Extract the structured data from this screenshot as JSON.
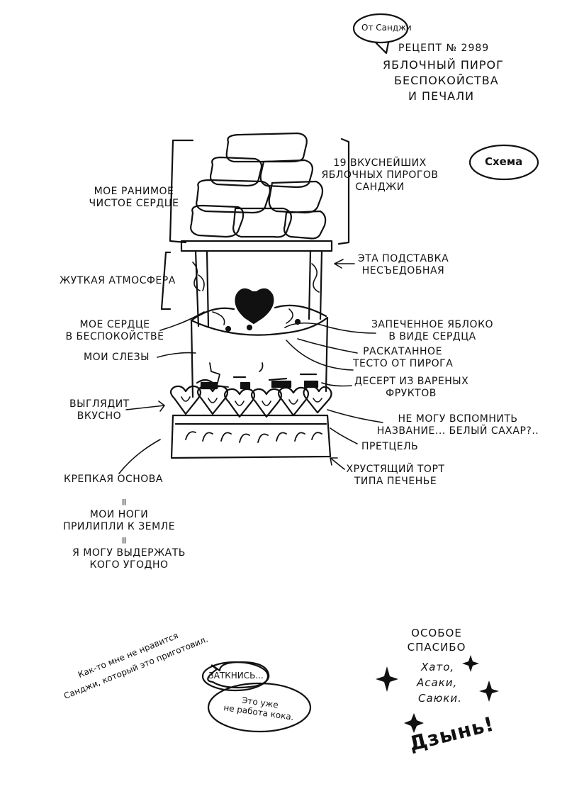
{
  "header": {
    "from_bubble": "От Санджи",
    "recipe_number": "РЕЦЕПТ № 2989",
    "title_lines": [
      "ЯБЛОЧНЫЙ ПИРОГ",
      "БЕСПОКОЙСТВА",
      "И ПЕЧАЛИ"
    ],
    "scheme_bubble": "Схема"
  },
  "labels": {
    "fragile_heart": [
      "МОЕ РАНИМОЕ",
      "ЧИСТОЕ СЕРДЦЕ"
    ],
    "nineteen_pies": [
      "19 ВКУСНЕЙШИХ",
      "ЯБЛОЧНЫХ ПИРОГОВ",
      "САНДЖИ"
    ],
    "stand_inedible": [
      "ЭТА ПОДСТАВКА",
      "НЕСЪЕДОБНАЯ"
    ],
    "creepy_atmosphere": "ЖУТКАЯ АТМОСФЕРА",
    "heart_worry": [
      "МОЕ СЕРДЦЕ",
      "В БЕСПОКОЙСТВЕ"
    ],
    "baked_apple": [
      "ЗАПЕЧЕННОЕ ЯБЛОКО",
      "В ВИДЕ СЕРДЦА"
    ],
    "my_tears": "МОИ СЛЕЗЫ",
    "rolled_dough": [
      "РАСКАТАННОЕ",
      "ТЕСТО ОТ ПИРОГА"
    ],
    "fruit_dessert": [
      "ДЕСЕРТ ИЗ ВАРЕНЫХ",
      "ФРУКТОВ"
    ],
    "looks_tasty": [
      "ВЫГЛЯДИТ",
      "ВКУСНО"
    ],
    "cant_remember": [
      "НЕ МОГУ ВСПОМНИТЬ",
      "НАЗВАНИЕ... БЕЛЫЙ САХАР?.."
    ],
    "pretzel": "ПРЕТЦЕЛЬ",
    "crispy_cake": [
      "ХРУСТЯЩИЙ ТОРТ",
      "ТИПА ПЕЧЕНЬЕ"
    ],
    "strong_base": "КРЕПКАЯ ОСНОВА",
    "equals_1": "=",
    "legs_stuck": [
      "МОИ НОГИ",
      "ПРИЛИПЛИ К ЗЕМЛЕ"
    ],
    "equals_2": "=",
    "withstand": [
      "Я МОГУ ВЫДЕРЖАТЬ",
      "КОГО УГОДНО"
    ]
  },
  "footer": {
    "dislike_note": [
      "Как-то мне не нравится",
      "Санджи, который это приготовил."
    ],
    "shut_up": "ЗАТКНИСЬ...",
    "not_coke": [
      "Это уже",
      "не работа кока."
    ],
    "thanks_title": [
      "ОСОБОЕ",
      "СПАСИБО"
    ],
    "thanks_names": [
      "Хато,",
      "Асаки,",
      "Саюки."
    ],
    "ding": "Дзынь!"
  }
}
